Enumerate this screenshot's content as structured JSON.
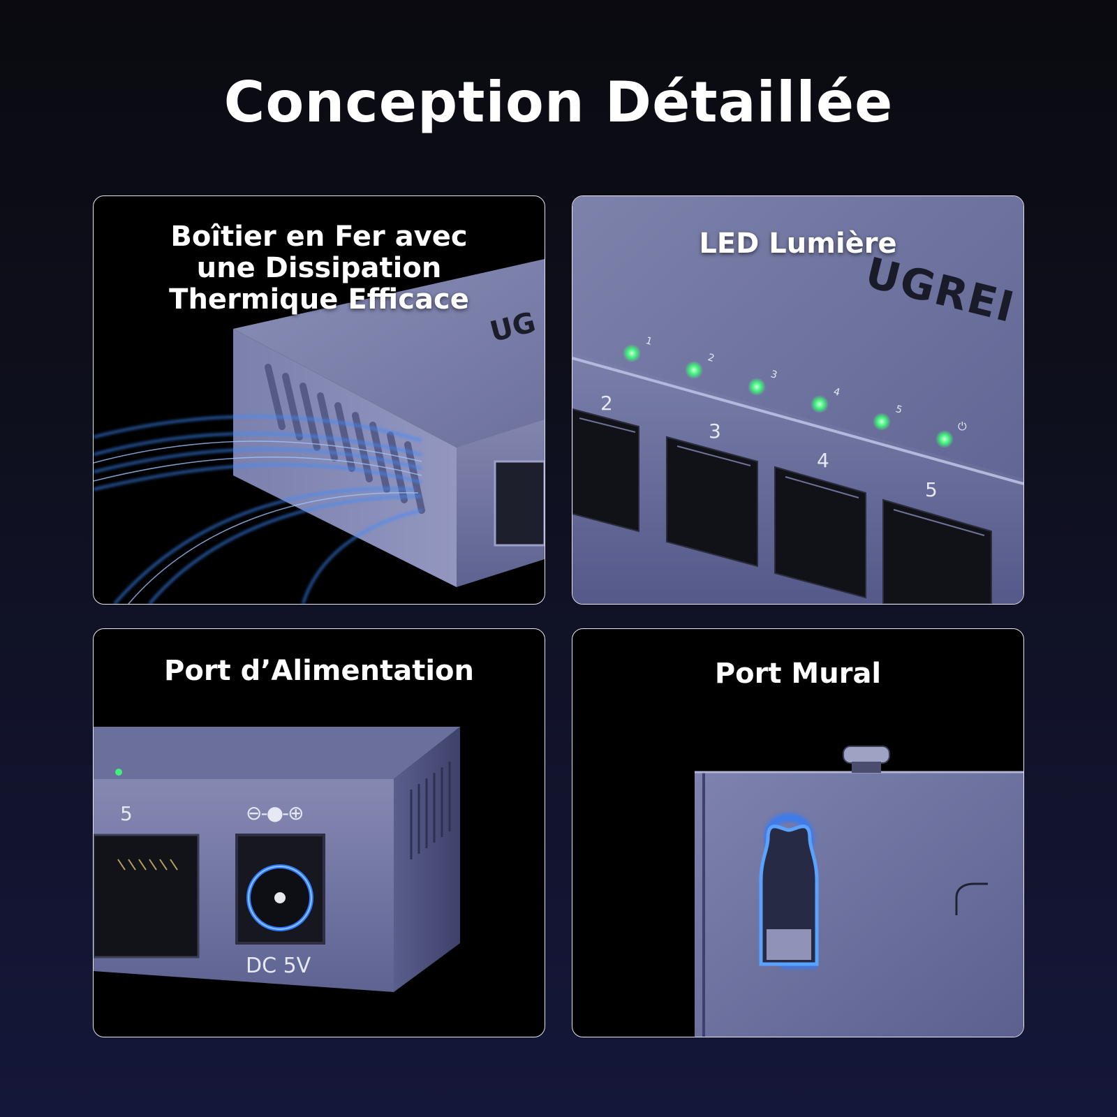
{
  "page": {
    "title": "Conception Détaillée"
  },
  "panels": [
    {
      "title_lines": [
        "Boîtier en Fer avec",
        "une Dissipation",
        "Thermique Efficace"
      ],
      "brand_mark": "UG"
    },
    {
      "title": "LED Lumière",
      "brand_mark": "UGREI",
      "port_numbers": [
        "2",
        "3",
        "4",
        "5"
      ],
      "led_labels": [
        "1",
        "2",
        "3",
        "4",
        "5"
      ]
    },
    {
      "title": "Port d’Alimentation",
      "port_number": "5",
      "power_label": "DC 5V"
    },
    {
      "title": "Port Mural"
    }
  ],
  "colors": {
    "led_green": "#3ff07a",
    "glow_blue": "#2f7bff",
    "metal": "#6a6f9c"
  }
}
